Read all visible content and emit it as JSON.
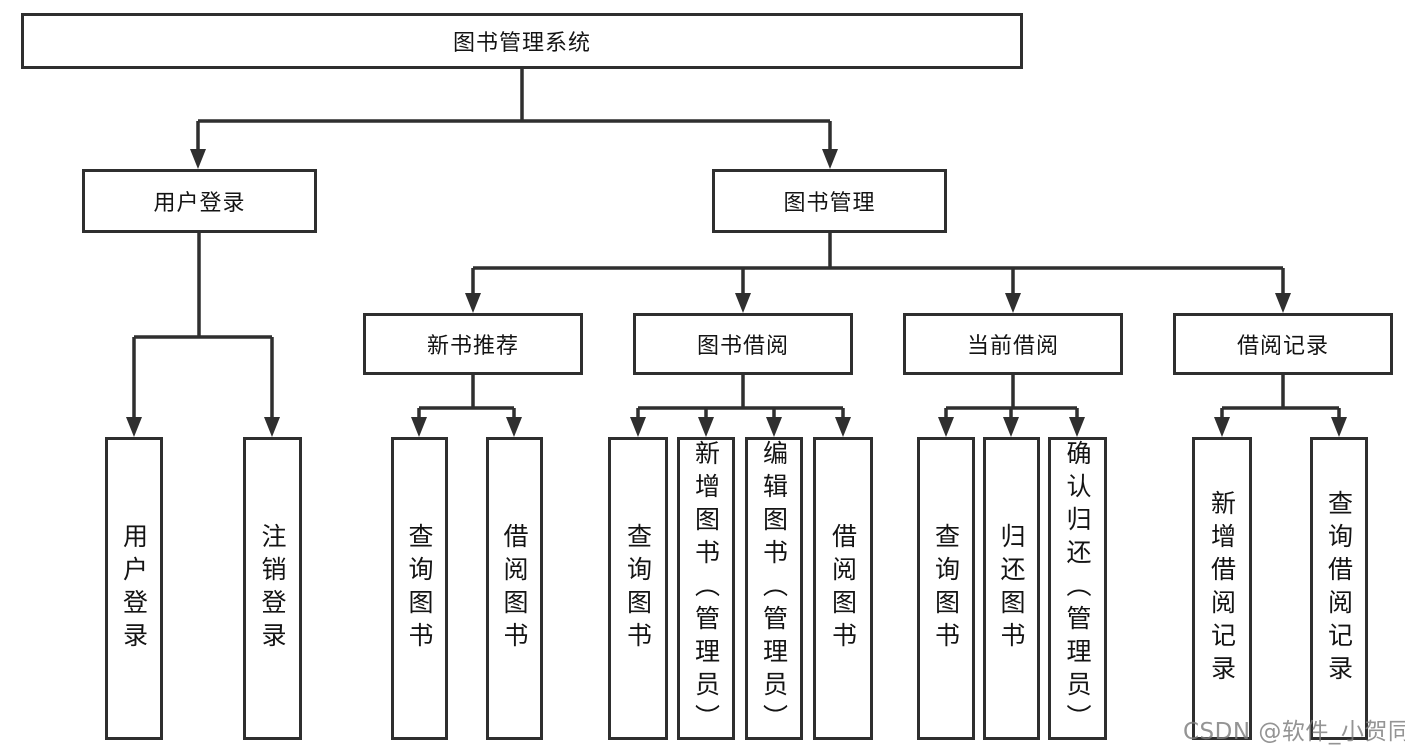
{
  "diagram": {
    "nodes": {
      "root": "图书管理系统",
      "user_login": "用户登录",
      "book_mgmt": "图书管理",
      "new_book_rec": "新书推荐",
      "book_borrow": "图书借阅",
      "current_borrow": "当前借阅",
      "borrow_records": "借阅记录"
    },
    "leaves": {
      "user_login": [
        "用户登录",
        "注销登录"
      ],
      "new_book_rec": [
        "查询图书",
        "借阅图书"
      ],
      "book_borrow": [
        "查询图书",
        "新增图书（管理员）",
        "编辑图书（管理员）",
        "借阅图书"
      ],
      "current_borrow": [
        "查询图书",
        "归还图书",
        "确认归还（管理员）"
      ],
      "borrow_records": [
        "新增借阅记录",
        "查询借阅记录"
      ]
    },
    "watermark": "CSDN @软件_小贺同学",
    "colors": {
      "line": "#2f2f2f",
      "box_border": "#2f2f2f",
      "box_fill": "#ffffff",
      "text": "#141414",
      "watermark": "#7d7d7d"
    }
  }
}
